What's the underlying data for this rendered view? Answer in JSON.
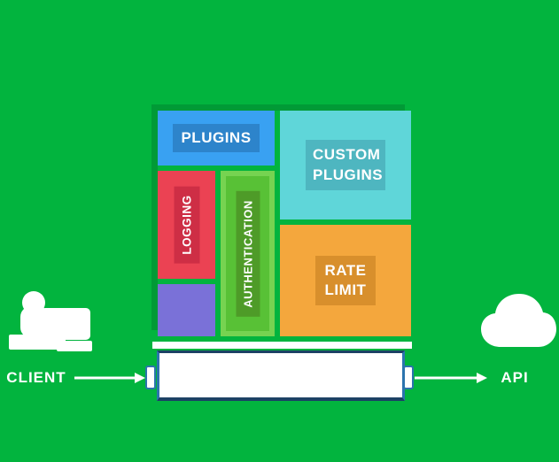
{
  "diagram": {
    "description": "API gateway architecture illustration",
    "blocks": {
      "plugins": "PLUGINS",
      "custom_plugins": "CUSTOM PLUGINS",
      "logging": "LOGGING",
      "authentication": "AUTHENTICATION",
      "rate_limit": "RATE LIMIT"
    },
    "flow": {
      "client_label": "CLIENT",
      "api_label": "API"
    },
    "icons": {
      "client": "client-workstation-icon",
      "api": "cloud-icon"
    },
    "colors": {
      "background": "#02b43e",
      "shadow": "#019a36",
      "plugins": "#39a1f2",
      "plugins_label": "#2d84cb",
      "custom_plugins": "#5fd6d9",
      "custom_plugins_label": "#4eb6c0",
      "logging": "#eb4253",
      "logging_label": "#ce2e45",
      "authentication": "#58c136",
      "authentication_border": "#76d351",
      "authentication_label": "#4e9b28",
      "rate_limit": "#f4a73d",
      "rate_limit_label": "#d88f2c",
      "misc_block": "#7a71d8",
      "gateway_border": "#2c74ae",
      "gateway_border_dark": "#1c4165",
      "text": "#ffffff"
    }
  }
}
